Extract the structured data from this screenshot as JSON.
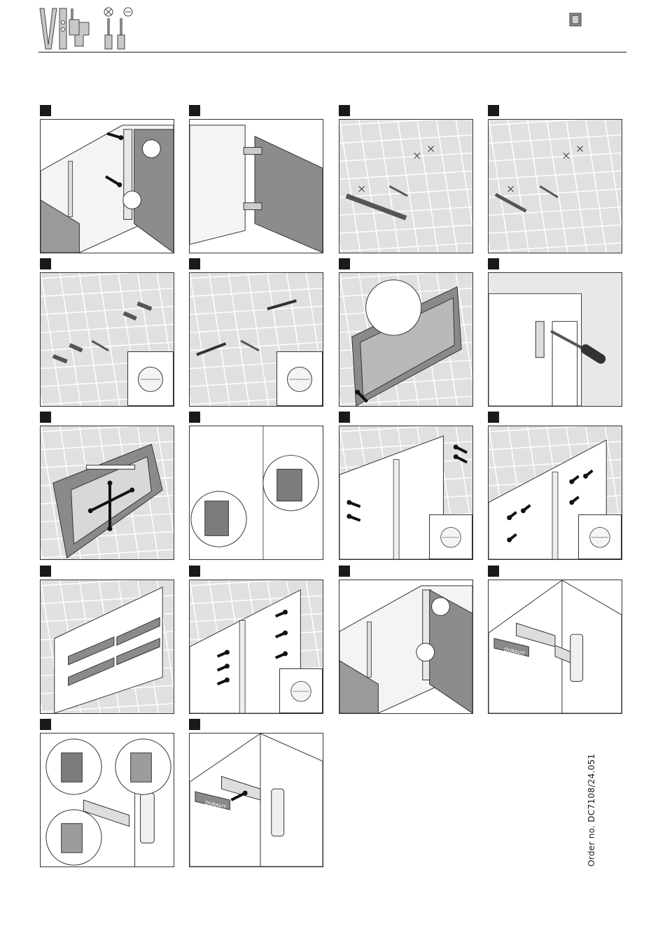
{
  "header": {
    "tool_icons": [
      "spirit-level-icon",
      "drill-icon",
      "screwdriver-phillips-icon",
      "screwdriver-flat-icon"
    ],
    "assembly_icon": "cabinet-icon"
  },
  "steps": [
    {
      "name": "step-01",
      "scene": "cabinet-door-remove"
    },
    {
      "name": "step-02",
      "scene": "cabinet-door-hinges"
    },
    {
      "name": "step-03",
      "scene": "wall-mark-level"
    },
    {
      "name": "step-04",
      "scene": "wall-drill"
    },
    {
      "name": "step-05",
      "scene": "wall-dowels"
    },
    {
      "name": "step-06",
      "scene": "wall-rails-screws"
    },
    {
      "name": "step-07",
      "scene": "cabinet-hang"
    },
    {
      "name": "step-08",
      "scene": "cabinet-screw-tighten"
    },
    {
      "name": "step-09",
      "scene": "cabinet-adjust"
    },
    {
      "name": "step-10",
      "scene": "adjust-knobs"
    },
    {
      "name": "step-11",
      "scene": "shelf-pins"
    },
    {
      "name": "step-12",
      "scene": "shelf-pins-all"
    },
    {
      "name": "step-13",
      "scene": "shelves-insert"
    },
    {
      "name": "step-14",
      "scene": "shelves-pins-secure"
    },
    {
      "name": "step-15",
      "scene": "door-mount"
    },
    {
      "name": "step-16",
      "scene": "hinge-cover-logo"
    },
    {
      "name": "step-17",
      "scene": "hinge-adjust"
    },
    {
      "name": "step-18",
      "scene": "hinge-cover-attach"
    }
  ],
  "logo_text": "DURAVIT",
  "footer": {
    "order_number": "Order no. DC7108/24.051"
  }
}
